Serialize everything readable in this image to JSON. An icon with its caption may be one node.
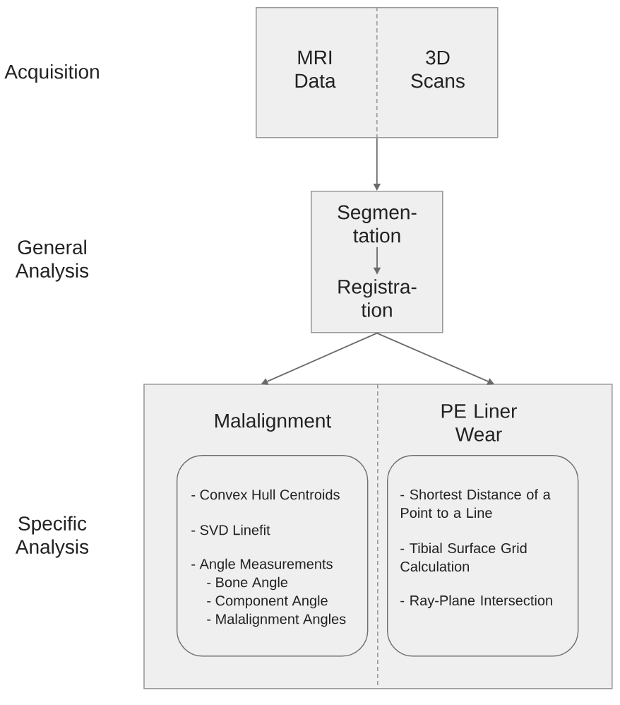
{
  "diagram": {
    "nodes": [
      {
        "text": [
          "MRI Data",
          "3D Scans"
        ]
      },
      {
        "text": [],
        "shape": "box"
      },
      {
        "text": [
          "Segmen- tation"
        ],
        "in": 1
      },
      {
        "text": [
          "Registra- tion"
        ],
        "in": 1
      },
      {
        "text": [
          "Malalignment"
        ]
      },
      {
        "text": [
          "- Convex Hull Centroids",
          "- SVD Linefit",
          "- Angle Measurements",
          "- Bone Angle",
          "- Component Angle",
          "- Malalignment Angles"
        ],
        "in": 4
      },
      {
        "text": [
          "PE Liner Wear"
        ]
      },
      {
        "text": [
          "- Shortest Distance of a Point to a Line",
          "- Tibial Surface Grid Calculation",
          "- Ray-Plane Intersection"
        ],
        "in": 6
      }
    ],
    "edges": [
      {
        "from": 0,
        "to": 1,
        "arrow": "to"
      },
      {
        "from": 2,
        "to": 3,
        "arrow": "to"
      },
      {
        "from": 1,
        "to": 4,
        "arrow": "to"
      },
      {
        "from": 1,
        "to": 6,
        "arrow": "to"
      }
    ],
    "labels": [
      "Acquisition",
      "General Analysis",
      "Specific Analysis"
    ]
  }
}
